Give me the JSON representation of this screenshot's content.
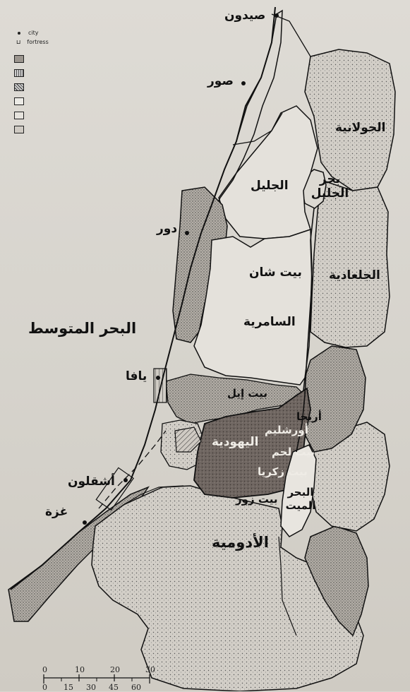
{
  "legend": {
    "city_label": "city",
    "fortress_label": "fortress"
  },
  "labels": {
    "sidon": "صيدون",
    "tyre": "صور",
    "golan": "الجولانية",
    "galilee": "الجليل",
    "sea_of_galilee": "بحر الجليل",
    "dor": "دور",
    "beit_shan": "بيت شان",
    "gilead": "الجلعادية",
    "samaria": "السامرية",
    "mediterranean": "البحر المتوسط",
    "jaffa": "يافا",
    "bethel": "بيت إيل",
    "jericho": "أريحا",
    "jerusalem": "أورشليم",
    "judea": "اليهودية",
    "bethlehem": "بيت لحم",
    "beit_zakaria": "بيت زكريا",
    "ashkelon": "أشقلون",
    "beit_zur": "بيت زور",
    "dead_sea": "البحر الميت",
    "gaza": "غزة",
    "idumea": "الأدومية"
  },
  "scale": {
    "miles": [
      "0",
      "10",
      "20",
      "30"
    ],
    "km": [
      "0",
      "15",
      "30",
      "45",
      "60"
    ]
  },
  "colors": {
    "paper": "#d9d6d0",
    "stipple": "#b9b5ad",
    "judea_fill": "#6e6560",
    "ink": "#111111"
  }
}
